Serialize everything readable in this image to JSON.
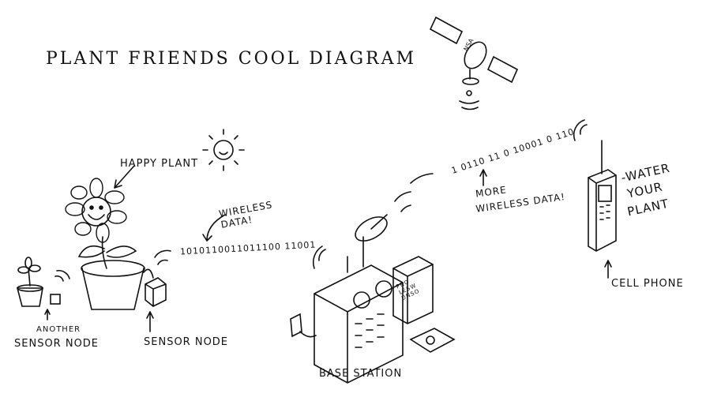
{
  "title": "Plant Friends Cool Diagram",
  "labels": {
    "happy_plant": "Happy Plant",
    "wireless_data": "Wireless Data!",
    "bits_1": "1010110011011100 11001",
    "more_wireless_data_1": "More",
    "more_wireless_data_2": "Wireless Data!",
    "bits_2": "1 0110 11 0 10001 0 110",
    "water_1": "-Water",
    "water_2": "Your",
    "water_3": "Plant",
    "cell_phone": "Cell Phone",
    "another_1": "Another",
    "another_2": "Sensor Node",
    "sensor_node": "Sensor Node",
    "base_station": "Base Station",
    "satellite_mark": "NSA",
    "monitor_text": "PRO LESW UNSO"
  }
}
